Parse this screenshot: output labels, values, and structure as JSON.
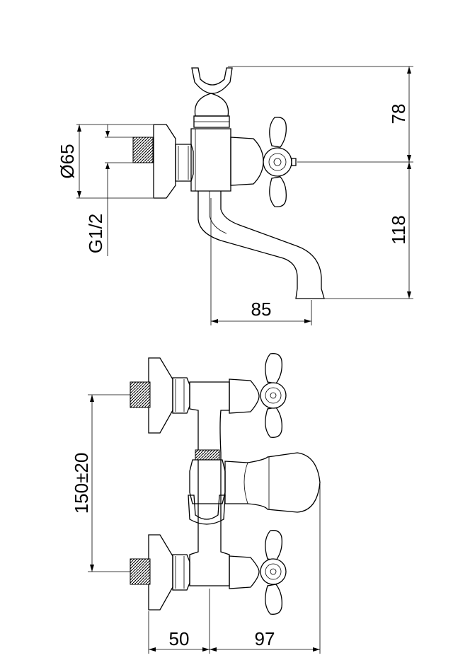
{
  "drawing": {
    "top_view": {
      "dim_height_upper": "78",
      "dim_height_lower": "118",
      "dim_spout_reach": "85",
      "dim_diameter": "Ø65",
      "dim_thread": "G1/2"
    },
    "bottom_view": {
      "dim_center_distance": "150±20",
      "dim_wall_offset": "50",
      "dim_body_depth": "97"
    }
  }
}
